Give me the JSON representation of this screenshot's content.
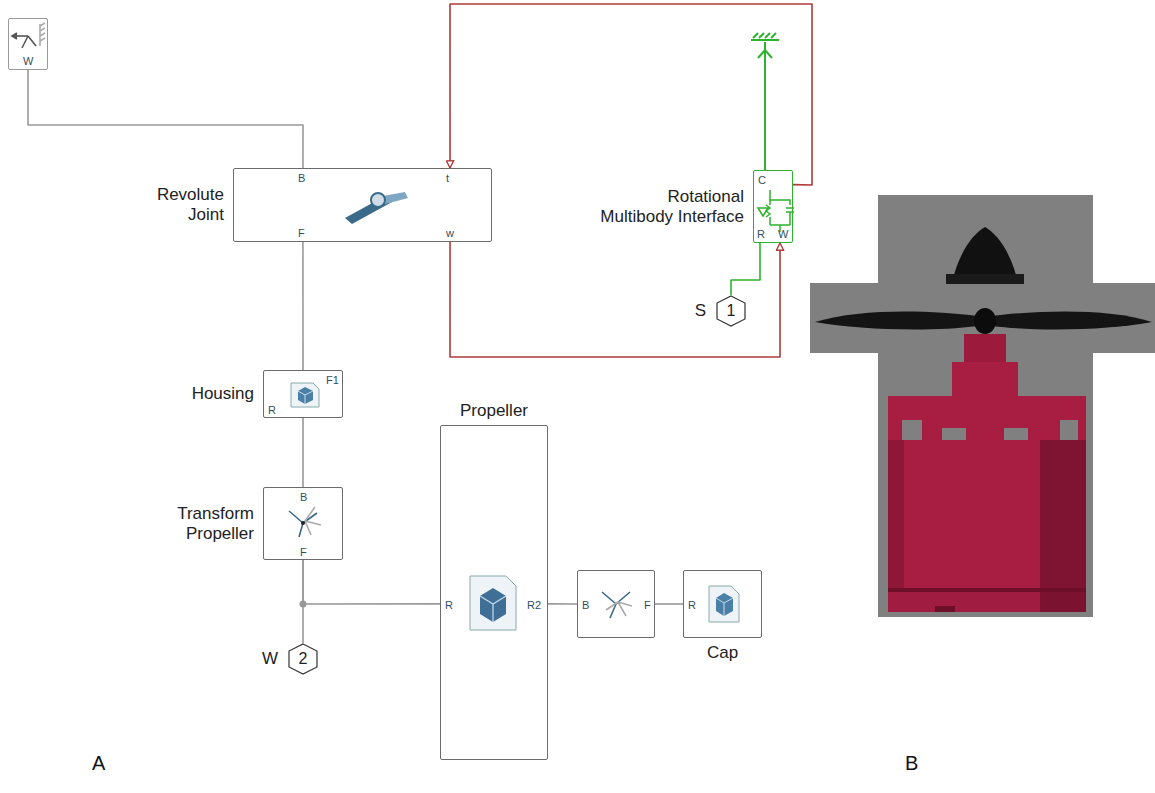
{
  "diagram": {
    "nodes": [
      {
        "text": [
          "W"
        ]
      },
      {
        "text": [
          "Revolute Joint",
          "B",
          "t",
          "F",
          "w"
        ]
      },
      {
        "text": [
          "Rotational Multibody Interface",
          "C",
          "R",
          "W"
        ]
      },
      {
        "text": [
          "Housing",
          "F1",
          "R"
        ]
      },
      {
        "text": [
          "Transform Propeller",
          "B",
          "F"
        ]
      },
      {
        "text": [
          "Propeller",
          "R",
          "R2"
        ]
      },
      {
        "text": [
          "B",
          "F"
        ]
      },
      {
        "text": [
          "R",
          "Cap"
        ]
      },
      {
        "text": [
          "1",
          "S"
        ]
      },
      {
        "text": [
          "2",
          "W"
        ]
      }
    ],
    "edges": [
      {
        "from": 0,
        "to": 1,
        "arrow": "none"
      },
      {
        "from": 1,
        "to": 3,
        "arrow": "none"
      },
      {
        "from": 3,
        "to": 4,
        "arrow": "none"
      },
      {
        "from": 4,
        "to": 5,
        "arrow": "none"
      },
      {
        "from": 4,
        "to": 9,
        "arrow": "none"
      },
      {
        "from": 5,
        "to": 6,
        "arrow": "none"
      },
      {
        "from": 6,
        "to": 7,
        "arrow": "none"
      },
      {
        "from": 1,
        "to": 2,
        "arrow": "to"
      },
      {
        "from": 2,
        "to": 1,
        "arrow": "to"
      },
      {
        "from": 2,
        "to": 8,
        "arrow": "none"
      }
    ],
    "labels": [
      "A",
      "B"
    ]
  }
}
